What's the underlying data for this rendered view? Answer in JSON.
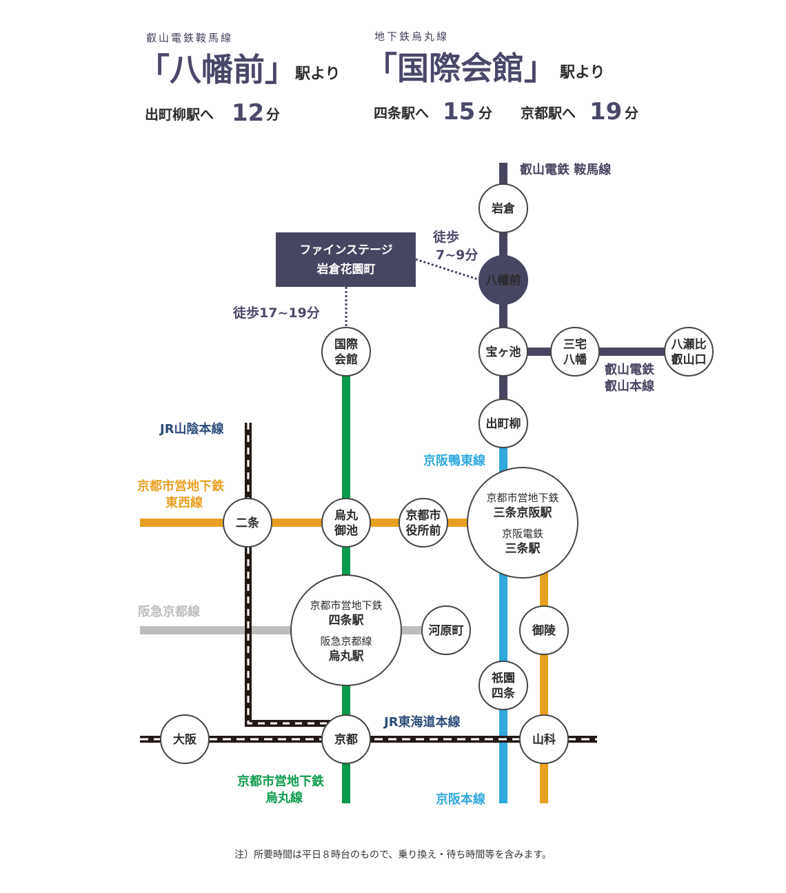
{
  "header": {
    "left": {
      "line_name": "叡山電鉄鞍馬線",
      "station": "「八幡前」",
      "suffix": "駅より",
      "dest_text": "出町柳駅へ",
      "dest_min": "12",
      "unit": "分"
    },
    "right": {
      "line_name": "地下鉄烏丸線",
      "station": "「国際会館」",
      "suffix": "駅より",
      "dest1_text": "四条駅へ",
      "dest1_min": "15",
      "dest2_text": "京都駅へ",
      "dest2_min": "19",
      "unit": "分"
    }
  },
  "colors": {
    "eizan": "#474660",
    "karasuma": "#0b9a4c",
    "keihan": "#2fa8dc",
    "tozai": "#e8a022",
    "hankyu": "#bdbdbd",
    "jr": "#231815",
    "jr_label": "#2d4b7a"
  },
  "destination": {
    "line1": "ファインステージ",
    "line2": "岩倉花園町"
  },
  "walk": {
    "yahatamae_1": "徒歩",
    "yahatamae_2": "7~9分",
    "kokusai": "徒歩17~19分"
  },
  "lines": {
    "eizan_kurama": "叡山電鉄 鞍馬線",
    "eizan_honsen_1": "叡山電鉄",
    "eizan_honsen_2": "叡山本線",
    "jr_sanin": "JR山陰本線",
    "tozai_1": "京都市営地下鉄",
    "tozai_2": "東西線",
    "hankyu": "阪急京都線",
    "keihan_oto": "京阪鴨東線",
    "jr_tokaido": "JR東海道本線",
    "karasuma_1": "京都市営地下鉄",
    "karasuma_2": "烏丸線",
    "keihan_honsen": "京阪本線"
  },
  "stations": {
    "iwakura": [
      "岩倉"
    ],
    "yahatamae": [
      "八幡前"
    ],
    "takaragaike": [
      "宝ヶ池"
    ],
    "miyake": [
      "三宅",
      "八幡"
    ],
    "yasehiei": [
      "八瀬比",
      "叡山口"
    ],
    "demachi": [
      "出町柳"
    ],
    "kokusai": [
      "国際",
      "会館"
    ],
    "nijo": [
      "二条"
    ],
    "oike": [
      "烏丸",
      "御池"
    ],
    "shiyakusho": [
      "京都市",
      "役所前"
    ],
    "sanjo": [
      "京都市営地下鉄",
      "三条京阪駅",
      "京阪電鉄",
      "三条駅"
    ],
    "shijo": [
      "京都市営地下鉄",
      "四条駅",
      "阪急京都線",
      "烏丸駅"
    ],
    "kawaramachi": [
      "河原町"
    ],
    "misasagi": [
      "御陵"
    ],
    "gion": [
      "祇園",
      "四条"
    ],
    "osaka": [
      "大阪"
    ],
    "kyoto": [
      "京都"
    ],
    "yamashina": [
      "山科"
    ]
  },
  "note": "注）所要時間は平日８時台のもので、乗り換え・待ち時間等を含みます。"
}
